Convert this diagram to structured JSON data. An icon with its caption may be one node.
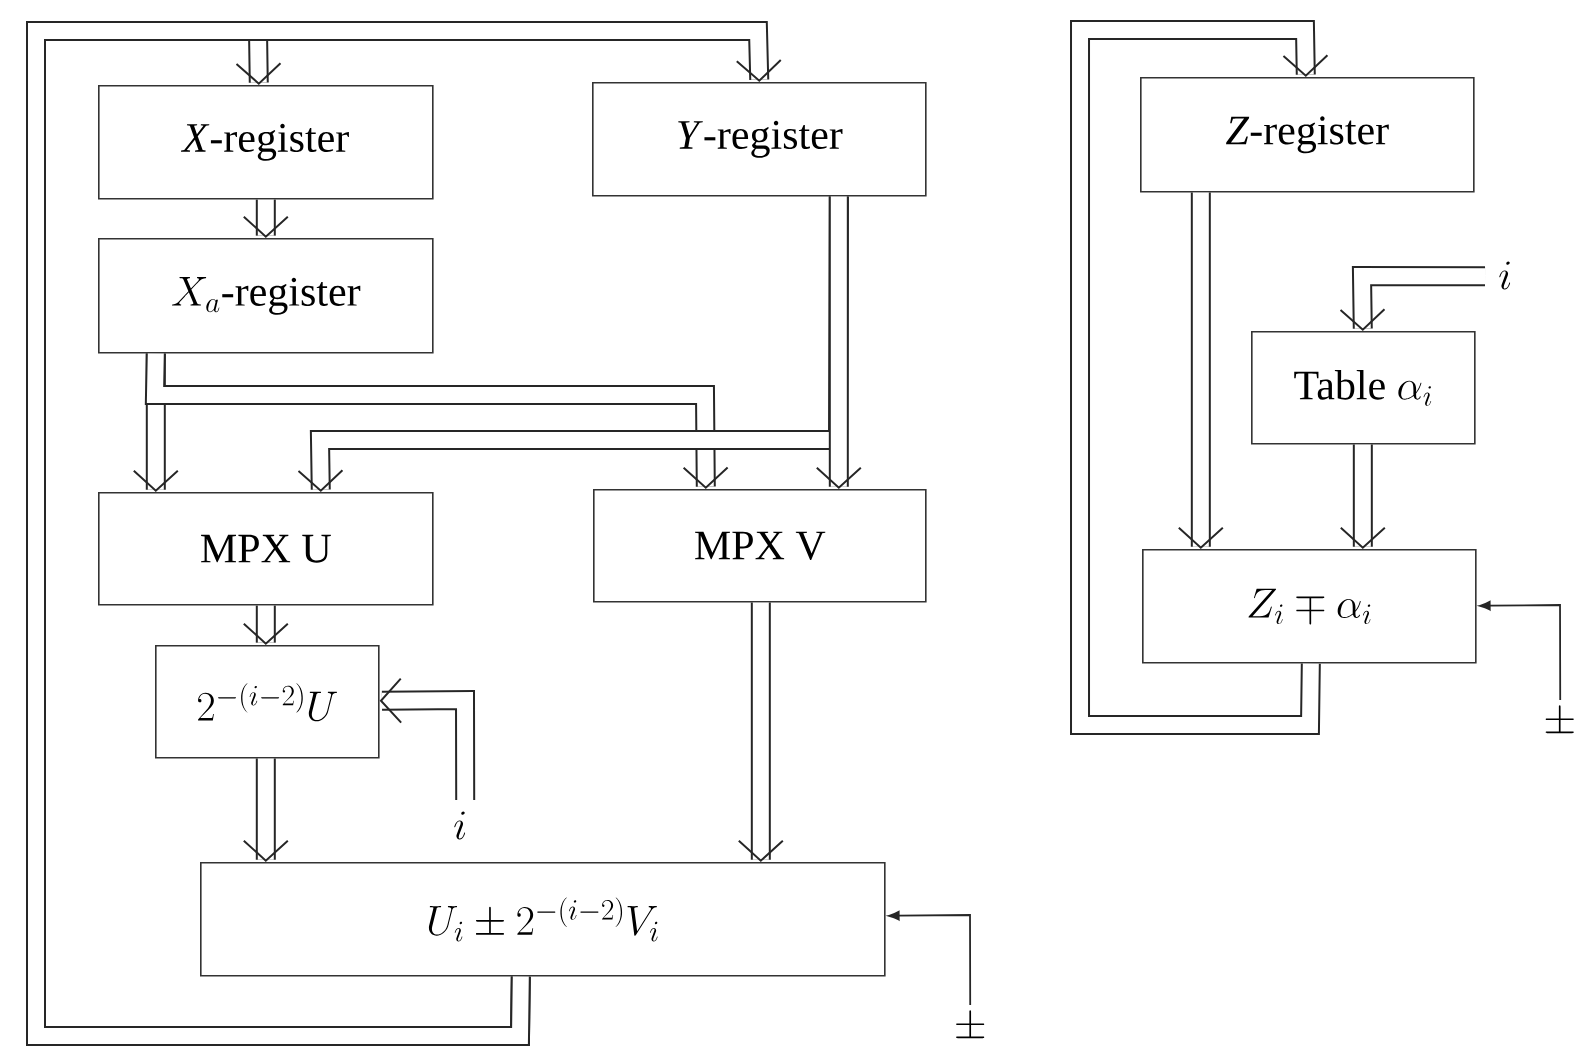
{
  "diagram": {
    "nodes": [
      {
        "text": [
          "*X*-register"
        ]
      },
      {
        "text": [
          "*Y*-register"
        ]
      },
      {
        "text": [
          "X_a\\text{-register}"
        ]
      },
      {
        "text": [
          "MPX U"
        ]
      },
      {
        "text": [
          "MPX V"
        ]
      },
      {
        "text": [
          "2^{-(i-2)}U"
        ]
      },
      {
        "text": [
          "U_i \\pm 2^{-(i-2)} V_i"
        ]
      },
      {
        "text": [
          "*Z*-register"
        ]
      },
      {
        "text": [
          "\\text{Table }\\alpha_i"
        ]
      },
      {
        "text": [
          "Z_i \\mp \\alpha_i"
        ]
      },
      {
        "text": [
          "i"
        ]
      },
      {
        "text": [
          "\\pm"
        ]
      },
      {
        "text": [
          "i"
        ]
      },
      {
        "text": [
          "\\pm"
        ]
      }
    ],
    "edges": [
      {
        "from": 6,
        "to": 0,
        "arrow": "to"
      },
      {
        "from": 6,
        "to": 1,
        "arrow": "to"
      },
      {
        "from": 0,
        "to": 2,
        "arrow": "to"
      },
      {
        "from": 2,
        "to": 3,
        "arrow": "to"
      },
      {
        "from": 2,
        "to": 4,
        "arrow": "to"
      },
      {
        "from": 1,
        "to": 3,
        "arrow": "to"
      },
      {
        "from": 1,
        "to": 4,
        "arrow": "to"
      },
      {
        "from": 3,
        "to": 5,
        "arrow": "to"
      },
      {
        "from": 5,
        "to": 6,
        "arrow": "to"
      },
      {
        "from": 4,
        "to": 6,
        "arrow": "to"
      },
      {
        "from": 10,
        "to": 5,
        "arrow": "to"
      },
      {
        "from": 11,
        "to": 6,
        "arrow": "to"
      },
      {
        "from": 9,
        "to": 7,
        "arrow": "to"
      },
      {
        "from": 7,
        "to": 9,
        "arrow": "to"
      },
      {
        "from": 8,
        "to": 9,
        "arrow": "to"
      },
      {
        "from": 12,
        "to": 8,
        "arrow": "to"
      },
      {
        "from": 13,
        "to": 9,
        "arrow": "to"
      }
    ]
  }
}
